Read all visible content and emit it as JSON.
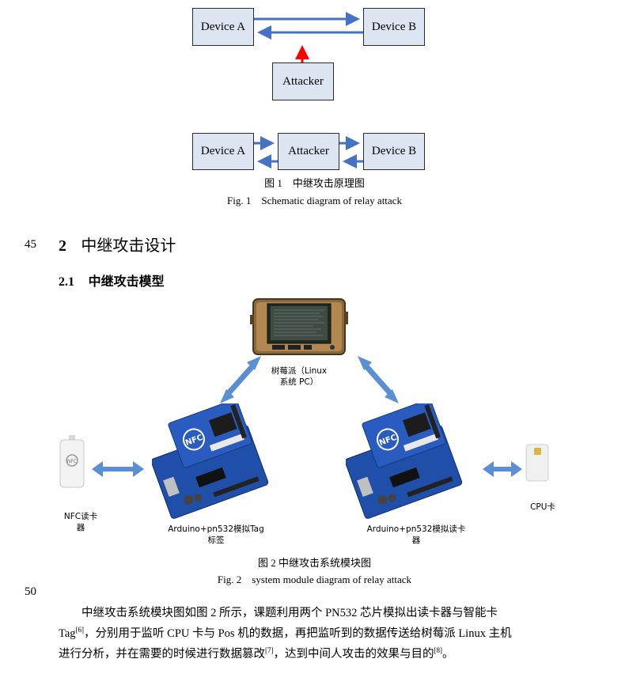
{
  "diagram1": {
    "device_a": "Device A",
    "device_b": "Device B",
    "attacker": "Attacker"
  },
  "diagram2": {
    "device_a": "Device A",
    "attacker": "Attacker",
    "device_b": "Device B"
  },
  "fig1": {
    "caption_cn": "图 1　中继攻击原理图",
    "caption_en": "Fig. 1　Schematic diagram of relay attack"
  },
  "line_numbers": {
    "first": "45",
    "second": "50"
  },
  "section": {
    "number": "2",
    "title": "中继攻击设计"
  },
  "subsection": {
    "number": "2.1",
    "title": "中继攻击模型"
  },
  "fig2": {
    "pi_label_line1": "树莓派（Linux",
    "pi_label_line2": "系统 PC）",
    "nfc_label_line1": "NFC读卡",
    "nfc_label_line2": "器",
    "left_arduino_line1": "Arduino+pn532模拟Tag",
    "left_arduino_line2": "标签",
    "right_arduino_line1": "Arduino+pn532模拟读卡",
    "right_arduino_line2": "器",
    "cpu_label": "CPU卡",
    "caption_cn": "图 2  中继攻击系统模块图",
    "caption_en": "Fig. 2　system module diagram of relay attack",
    "board_nfc_text": "NFC",
    "screen_text": "."
  },
  "paragraph": {
    "line1": "中继攻击系统模块图如图 2 所示，课题利用两个 PN532 芯片模拟出读卡器与智能卡",
    "line2_a": "Tag",
    "line2_ref": "[6]",
    "line2_b": "，分别用于监听 CPU 卡与 Pos 机的数据，再把监听到的数据传送给树莓派 Linux 主机",
    "line3_a": "进行分析，并在需要的时候进行数据篡改",
    "line3_ref1": "[7]",
    "line3_b": "，达到中间人攻击的效果与目的",
    "line3_ref2": "[8]",
    "line3_c": "。"
  },
  "colors": {
    "box_fill": "#dde4f2",
    "arrow_blue": "#4472c4",
    "arrow_red": "#ff0000",
    "board_blue": "#1f4fa8"
  }
}
